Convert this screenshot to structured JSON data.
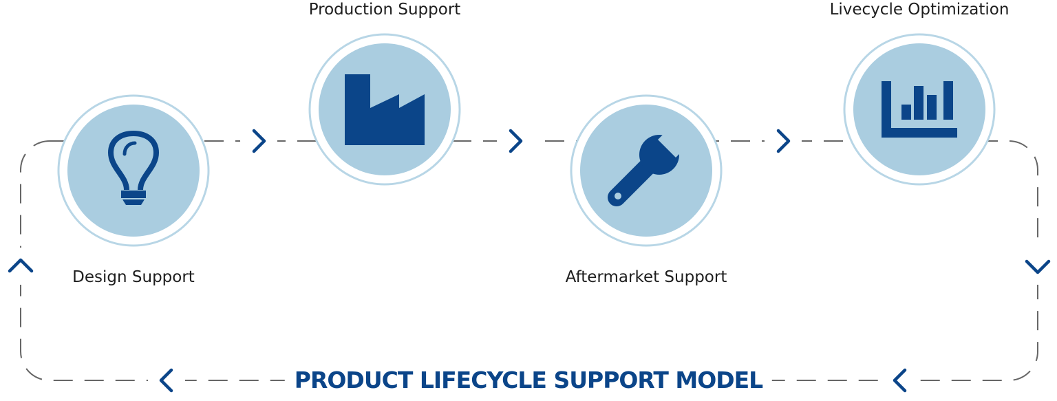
{
  "title": "PRODUCT LIFECYCLE SUPPORT MODEL",
  "colors": {
    "accent": "#0b4589",
    "circle_fill": "#aacde0",
    "circle_ring": "#b8d6e6",
    "dash": "#666666",
    "text": "#1e1e1e"
  },
  "stages": [
    {
      "label": "Design Support",
      "icon": "lightbulb-icon"
    },
    {
      "label": "Production Support",
      "icon": "factory-icon"
    },
    {
      "label": "Aftermarket Support",
      "icon": "wrench-icon"
    },
    {
      "label": "Livecycle Optimization",
      "icon": "bar-chart-icon"
    }
  ],
  "connectors": [
    {
      "icon": "chevron-right-icon"
    },
    {
      "icon": "chevron-right-icon"
    },
    {
      "icon": "chevron-right-icon"
    },
    {
      "icon": "chevron-down-icon"
    },
    {
      "icon": "chevron-left-icon"
    },
    {
      "icon": "chevron-left-icon"
    },
    {
      "icon": "chevron-up-icon"
    }
  ]
}
